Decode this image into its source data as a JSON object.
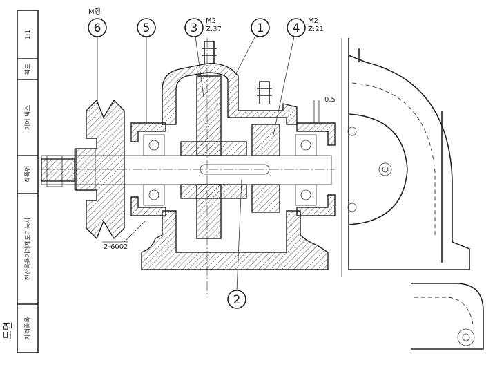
{
  "title_block": {
    "scale_value": "1:1",
    "scale_label": "척도",
    "part_name": "기어 박스",
    "part_name_label": "작품명",
    "qualification": "전산응용기계제도기능사",
    "qualification_label": "자격종목",
    "drawing_label": "도면"
  },
  "balloons": [
    {
      "num": "6",
      "note": "M형"
    },
    {
      "num": "5",
      "note": ""
    },
    {
      "num": "3",
      "note": "M2",
      "note2": "Z:37"
    },
    {
      "num": "1",
      "note": ""
    },
    {
      "num": "4",
      "note": "M2",
      "note2": "Z:21"
    },
    {
      "num": "2",
      "note": ""
    }
  ],
  "annotations": {
    "bearing": "2-6002",
    "clearance": "0.5"
  }
}
